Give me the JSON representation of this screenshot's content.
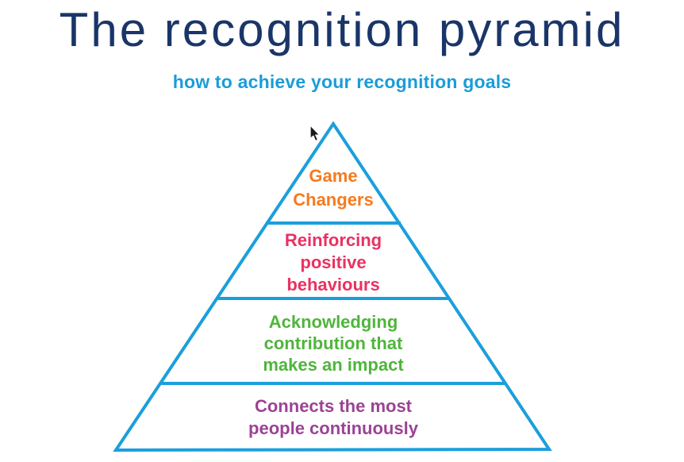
{
  "header": {
    "title": "The recognition pyramid",
    "subtitle": "how to achieve your recognition goals"
  },
  "colors": {
    "title_navy": "#1a3568",
    "subtitle_blue": "#1b9cd9",
    "pyramid_outline_blue": "#1b9fdc",
    "level_game_changers_orange": "#f57b20",
    "level_reinforcing_pink": "#ea3160",
    "level_acknowledging_green": "#4fb53c",
    "level_connects_purple": "#9c4295"
  },
  "pyramid": {
    "levels": [
      {
        "id": "game-changers",
        "color": "#f57b20",
        "lines": [
          "Game",
          "Changers"
        ]
      },
      {
        "id": "reinforcing-positive-behaviours",
        "color": "#ea3160",
        "lines": [
          "Reinforcing",
          "positive",
          "behaviours"
        ]
      },
      {
        "id": "acknowledging-contribution",
        "color": "#4fb53c",
        "lines": [
          "Acknowledging",
          "contribution that",
          "makes an impact"
        ]
      },
      {
        "id": "connects-people",
        "color": "#9c4295",
        "lines": [
          "Connects the most",
          "people continuously"
        ]
      }
    ]
  }
}
